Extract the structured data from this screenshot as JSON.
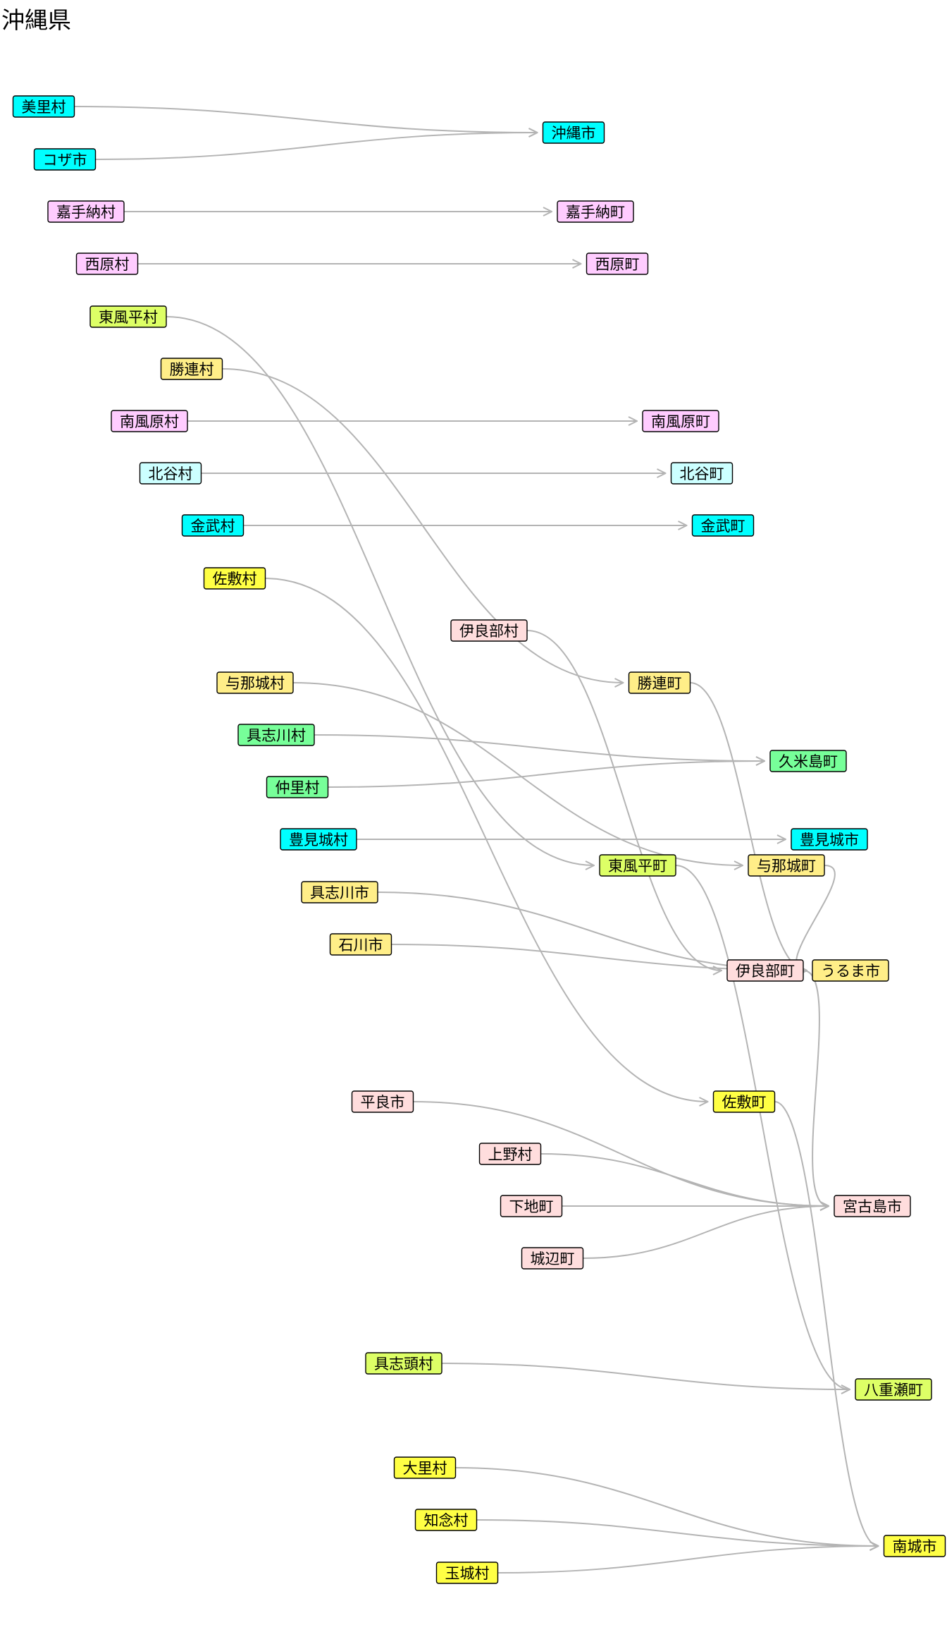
{
  "title": "沖縄県",
  "colors": {
    "edge": "#b4b4b4",
    "cyan": "#00ffff",
    "pink": "#ffccff",
    "lime": "#ddff66",
    "tan": "#ffee88",
    "lightcyan": "#ccffff",
    "yellow": "#ffff44",
    "salmon": "#ffdddd",
    "green": "#77ff99"
  },
  "nodes": [
    {
      "id": "misato",
      "label": "美里村",
      "color": "cyan"
    },
    {
      "id": "koza",
      "label": "コザ市",
      "color": "cyan"
    },
    {
      "id": "okinawa",
      "label": "沖縄市",
      "color": "cyan"
    },
    {
      "id": "kadena_v",
      "label": "嘉手納村",
      "color": "pink"
    },
    {
      "id": "kadena_t",
      "label": "嘉手納町",
      "color": "pink"
    },
    {
      "id": "nishihara_v",
      "label": "西原村",
      "color": "pink"
    },
    {
      "id": "nishihara_t",
      "label": "西原町",
      "color": "pink"
    },
    {
      "id": "kochinda_v",
      "label": "東風平村",
      "color": "lime"
    },
    {
      "id": "katsuren_v",
      "label": "勝連村",
      "color": "tan"
    },
    {
      "id": "haebaru_v",
      "label": "南風原村",
      "color": "pink"
    },
    {
      "id": "haebaru_t",
      "label": "南風原町",
      "color": "pink"
    },
    {
      "id": "chatan_v",
      "label": "北谷村",
      "color": "lightcyan"
    },
    {
      "id": "chatan_t",
      "label": "北谷町",
      "color": "lightcyan"
    },
    {
      "id": "kin_v",
      "label": "金武村",
      "color": "cyan"
    },
    {
      "id": "kin_t",
      "label": "金武町",
      "color": "cyan"
    },
    {
      "id": "sashiki_v",
      "label": "佐敷村",
      "color": "yellow"
    },
    {
      "id": "irabu_v",
      "label": "伊良部村",
      "color": "salmon"
    },
    {
      "id": "katsuren_t",
      "label": "勝連町",
      "color": "tan"
    },
    {
      "id": "yonashiro_v",
      "label": "与那城村",
      "color": "tan"
    },
    {
      "id": "gushikawa_v",
      "label": "具志川村",
      "color": "green"
    },
    {
      "id": "kumejima",
      "label": "久米島町",
      "color": "green"
    },
    {
      "id": "nakazato_v",
      "label": "仲里村",
      "color": "green"
    },
    {
      "id": "tomigusuku_v",
      "label": "豊見城村",
      "color": "cyan"
    },
    {
      "id": "tomigusuku_c",
      "label": "豊見城市",
      "color": "cyan"
    },
    {
      "id": "kochinda_t",
      "label": "東風平町",
      "color": "lime"
    },
    {
      "id": "yonashiro_t",
      "label": "与那城町",
      "color": "tan"
    },
    {
      "id": "gushikawa_c",
      "label": "具志川市",
      "color": "tan"
    },
    {
      "id": "ishikawa_c",
      "label": "石川市",
      "color": "tan"
    },
    {
      "id": "irabu_t",
      "label": "伊良部町",
      "color": "salmon"
    },
    {
      "id": "uruma",
      "label": "うるま市",
      "color": "tan"
    },
    {
      "id": "hirara",
      "label": "平良市",
      "color": "salmon"
    },
    {
      "id": "sashiki_t",
      "label": "佐敷町",
      "color": "yellow"
    },
    {
      "id": "ueno",
      "label": "上野村",
      "color": "salmon"
    },
    {
      "id": "shimoji",
      "label": "下地町",
      "color": "salmon"
    },
    {
      "id": "miyakojima",
      "label": "宮古島市",
      "color": "salmon"
    },
    {
      "id": "gusukube",
      "label": "城辺町",
      "color": "salmon"
    },
    {
      "id": "gushikami",
      "label": "具志頭村",
      "color": "lime"
    },
    {
      "id": "yaese",
      "label": "八重瀬町",
      "color": "lime"
    },
    {
      "id": "ozato",
      "label": "大里村",
      "color": "yellow"
    },
    {
      "id": "chinen",
      "label": "知念村",
      "color": "yellow"
    },
    {
      "id": "nanjo",
      "label": "南城市",
      "color": "yellow"
    },
    {
      "id": "tamagusuku",
      "label": "玉城村",
      "color": "yellow"
    }
  ],
  "edges": [
    {
      "from": "misato",
      "to": "okinawa"
    },
    {
      "from": "koza",
      "to": "okinawa"
    },
    {
      "from": "kadena_v",
      "to": "kadena_t"
    },
    {
      "from": "nishihara_v",
      "to": "nishihara_t"
    },
    {
      "from": "haebaru_v",
      "to": "haebaru_t"
    },
    {
      "from": "chatan_v",
      "to": "chatan_t"
    },
    {
      "from": "kin_v",
      "to": "kin_t"
    },
    {
      "from": "kochinda_v",
      "to": "kochinda_t"
    },
    {
      "from": "katsuren_v",
      "to": "katsuren_t"
    },
    {
      "from": "sashiki_v",
      "to": "sashiki_t"
    },
    {
      "from": "irabu_v",
      "to": "irabu_t"
    },
    {
      "from": "yonashiro_v",
      "to": "yonashiro_t"
    },
    {
      "from": "gushikawa_v",
      "to": "kumejima"
    },
    {
      "from": "nakazato_v",
      "to": "kumejima"
    },
    {
      "from": "tomigusuku_v",
      "to": "tomigusuku_c"
    },
    {
      "from": "katsuren_t",
      "to": "uruma"
    },
    {
      "from": "yonashiro_t",
      "to": "uruma"
    },
    {
      "from": "gushikawa_c",
      "to": "uruma"
    },
    {
      "from": "ishikawa_c",
      "to": "uruma"
    },
    {
      "from": "irabu_t",
      "to": "miyakojima"
    },
    {
      "from": "hirara",
      "to": "miyakojima"
    },
    {
      "from": "ueno",
      "to": "miyakojima"
    },
    {
      "from": "shimoji",
      "to": "miyakojima"
    },
    {
      "from": "gusukube",
      "to": "miyakojima"
    },
    {
      "from": "kochinda_t",
      "to": "yaese"
    },
    {
      "from": "gushikami",
      "to": "yaese"
    },
    {
      "from": "sashiki_t",
      "to": "nanjo"
    },
    {
      "from": "ozato",
      "to": "nanjo"
    },
    {
      "from": "chinen",
      "to": "nanjo"
    },
    {
      "from": "tamagusuku",
      "to": "nanjo"
    }
  ]
}
